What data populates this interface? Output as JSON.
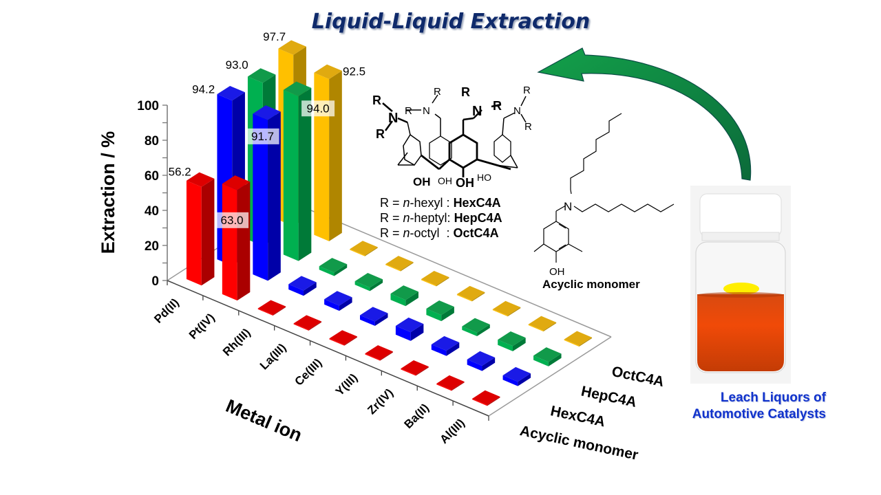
{
  "title": "Liquid-Liquid Extraction",
  "chart_data": {
    "type": "bar",
    "subtype": "3d-grouped-bar",
    "title": "",
    "xlabel": "Metal ion",
    "ylabel": "Extraction / %",
    "zlabel": "",
    "ylim": [
      0,
      100
    ],
    "yticks": [
      "0",
      "20",
      "40",
      "60",
      "80",
      "100"
    ],
    "categories": [
      "Pd(II)",
      "Pt(IV)",
      "Rh(III)",
      "La(III)",
      "Ce(III)",
      "Y(III)",
      "Zr(IV)",
      "Ba(II)",
      "Al(III)"
    ],
    "series": [
      {
        "name": "Acyclic monomer",
        "color": "#ff0000",
        "values": [
          56.2,
          63.0,
          0.5,
          0.5,
          0.5,
          0.5,
          0.5,
          0.5,
          0.5
        ]
      },
      {
        "name": "HexC4A",
        "color": "#0000ff",
        "values": [
          94.2,
          91.7,
          3.0,
          3.0,
          2.5,
          5.0,
          3.0,
          3.0,
          2.5
        ]
      },
      {
        "name": "HepC4A",
        "color": "#00b050",
        "values": [
          93.0,
          94.0,
          2.0,
          2.0,
          3.5,
          3.5,
          2.0,
          3.0,
          2.5
        ]
      },
      {
        "name": "OctC4A",
        "color": "#ffc000",
        "values": [
          97.7,
          92.5,
          0.5,
          0.5,
          0.5,
          0.5,
          0.5,
          0.5,
          0.5
        ]
      }
    ],
    "data_labels": [
      {
        "series": "Acyclic monomer",
        "category": "Pd(II)",
        "text": "56.2"
      },
      {
        "series": "Acyclic monomer",
        "category": "Pt(IV)",
        "text": "63.0"
      },
      {
        "series": "HexC4A",
        "category": "Pd(II)",
        "text": "94.2"
      },
      {
        "series": "HexC4A",
        "category": "Pt(IV)",
        "text": "91.7"
      },
      {
        "series": "HepC4A",
        "category": "Pd(II)",
        "text": "93.0"
      },
      {
        "series": "HepC4A",
        "category": "Pt(IV)",
        "text": "94.0"
      },
      {
        "series": "OctC4A",
        "category": "Pd(II)",
        "text": "97.7"
      },
      {
        "series": "OctC4A",
        "category": "Pt(IV)",
        "text": "92.5"
      }
    ],
    "grid": false,
    "legend": "series labels along right depth axis"
  },
  "structure": {
    "calixarene_R_labels": [
      "R",
      "R",
      "R",
      "R",
      "R",
      "R",
      "R",
      "R"
    ],
    "N_label": "N",
    "OH_labels": [
      "OH",
      "OH",
      "OH",
      "HO"
    ],
    "monomer_N": "N",
    "monomer_OH": "OH"
  },
  "r_definitions": [
    {
      "prefix": "R = ",
      "italic": "n",
      "suffix": "-hexyl : ",
      "name": "HexC4A"
    },
    {
      "prefix": "R = ",
      "italic": "n",
      "suffix": "-heptyl: ",
      "name": "HepC4A"
    },
    {
      "prefix": "R = ",
      "italic": "n",
      "suffix": "-octyl  : ",
      "name": "OctC4A"
    }
  ],
  "monomer_caption": "Acyclic monomer",
  "photo_caption": [
    "Leach Liquors of",
    "Automotive Catalysts"
  ],
  "colors": {
    "title": "#0f2a6b",
    "arrow": "#0a8a3a",
    "caption": "#1133cc"
  }
}
